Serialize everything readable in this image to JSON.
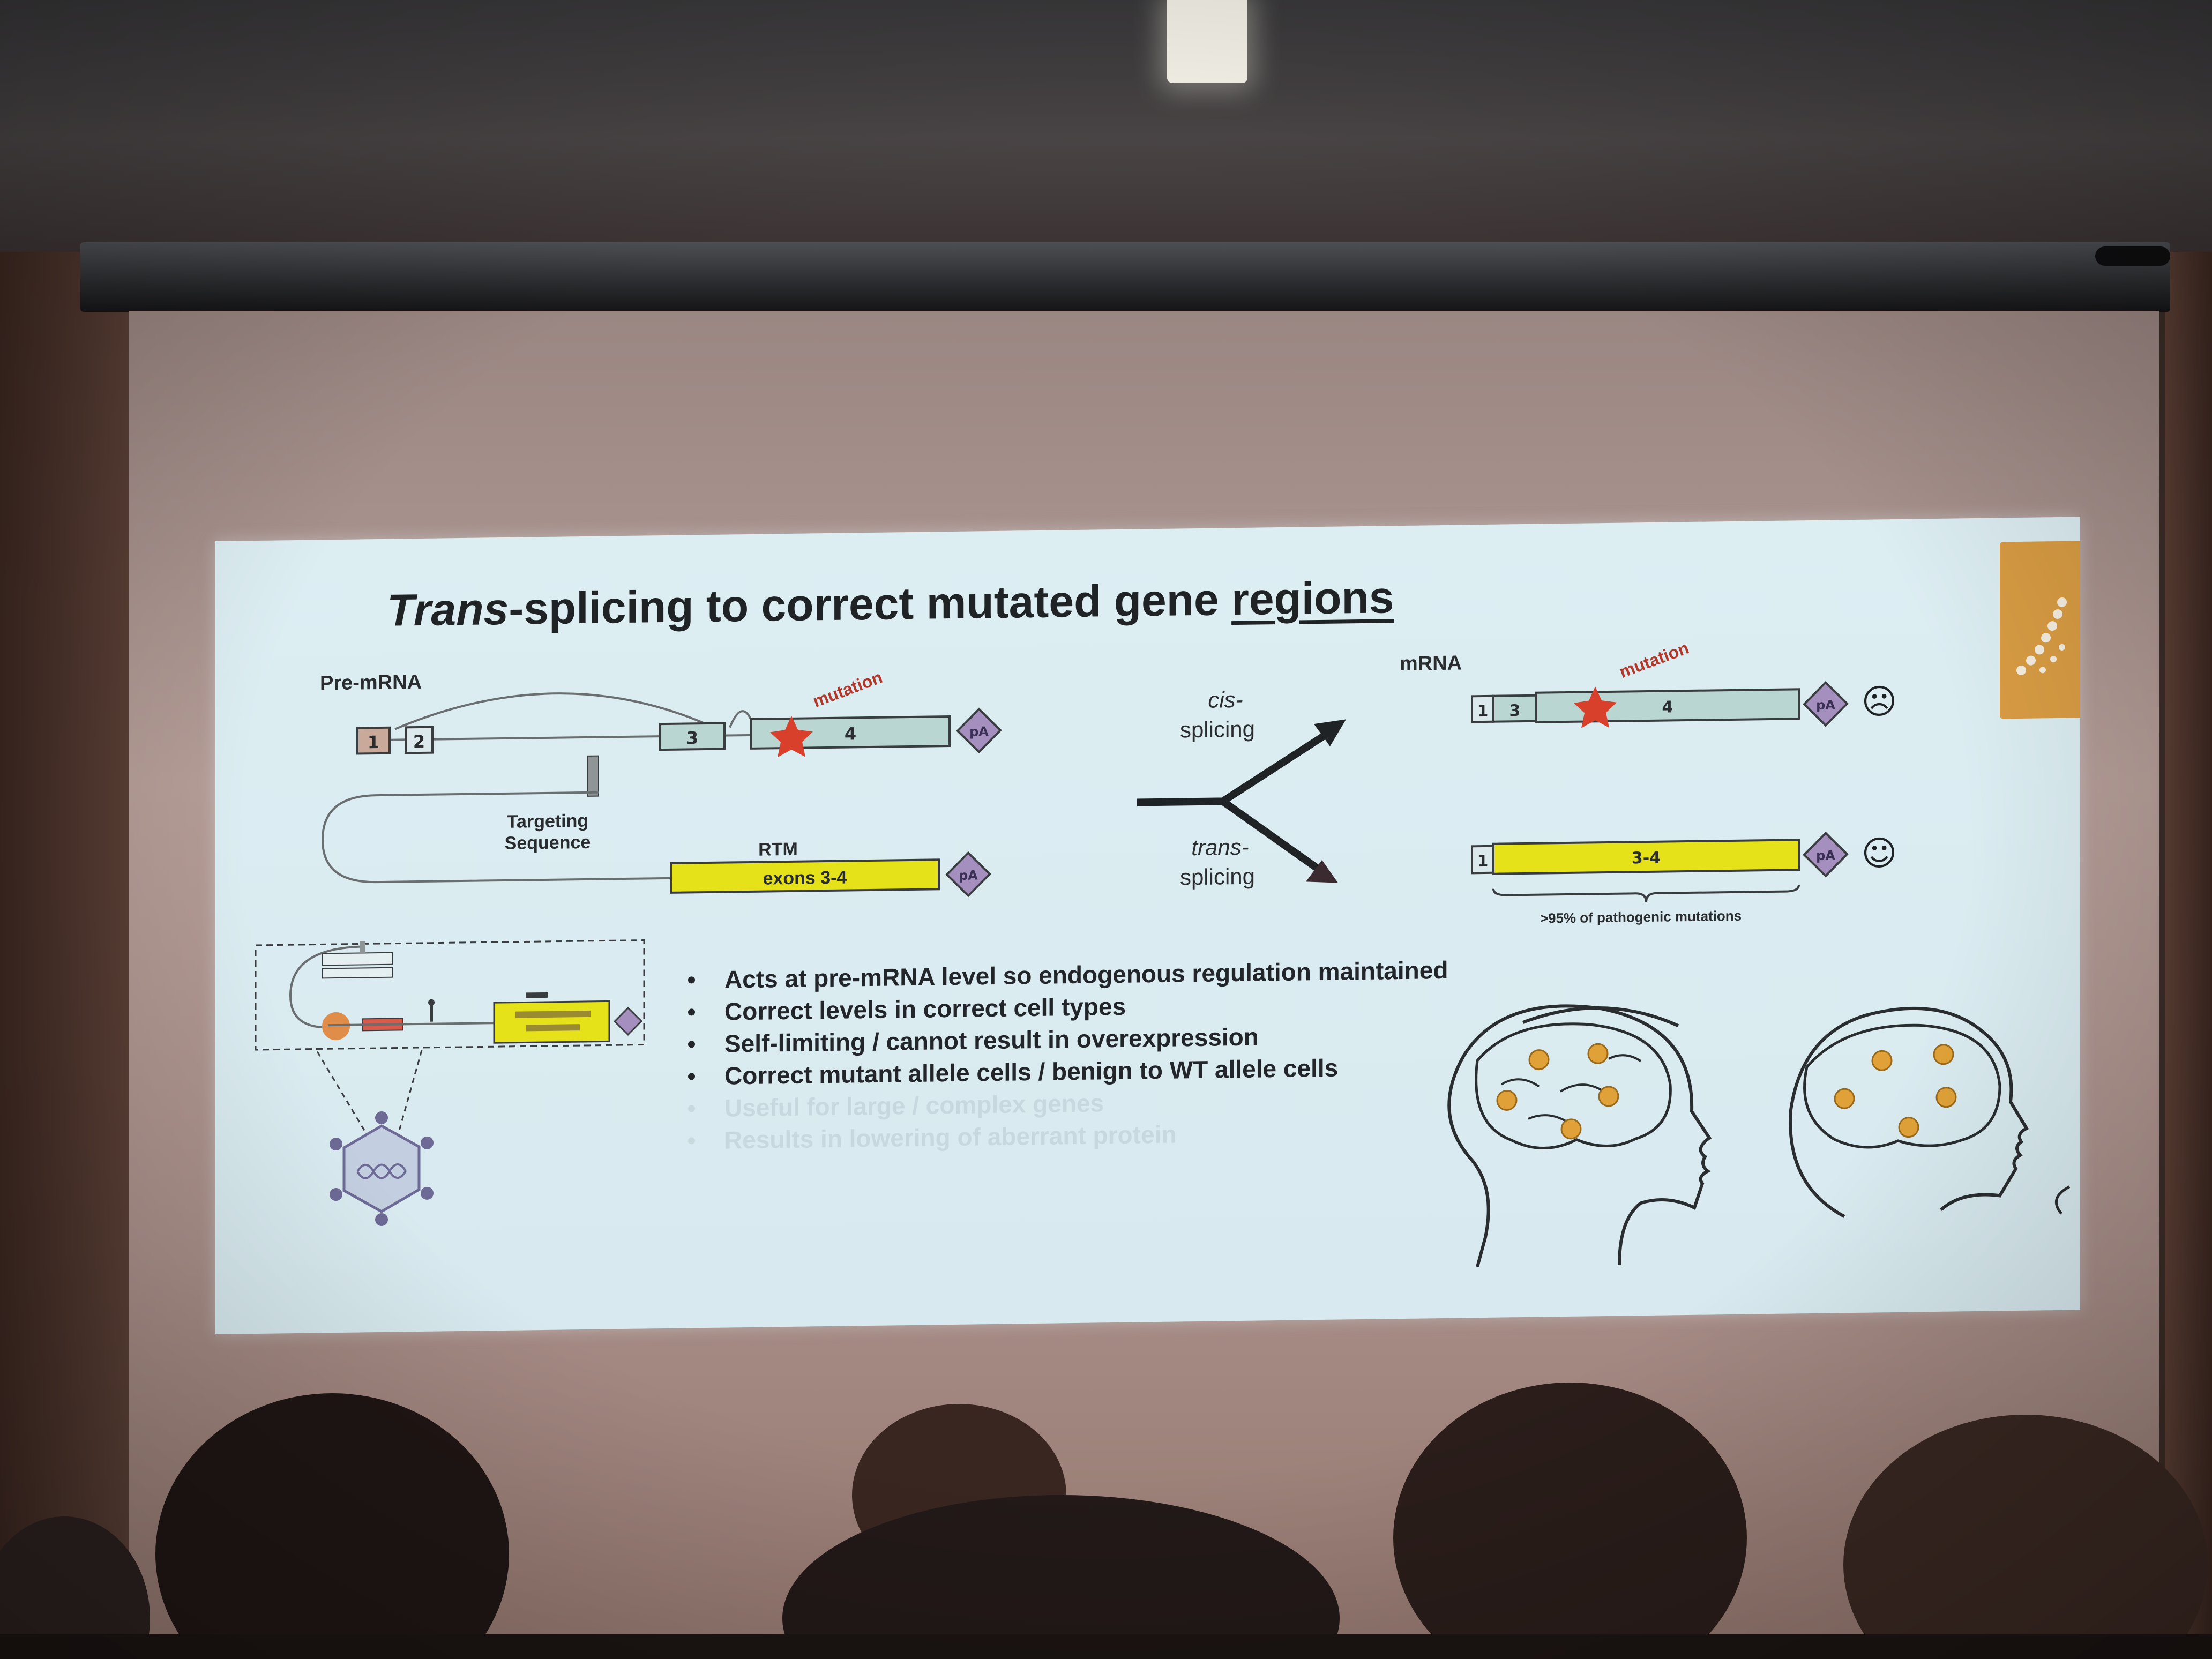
{
  "slide": {
    "title_italic": "Trans",
    "title_mid": "-splicing to correct mutated gene ",
    "title_underlined": "regions",
    "diagram": {
      "pre_mrna_label": "Pre-mRNA",
      "exon_labels": [
        "1",
        "2",
        "3",
        "4"
      ],
      "mutation_label": "mutation",
      "polya_label": "pA",
      "targeting_sequence_label_line1": "Targeting",
      "targeting_sequence_label_line2": "Sequence",
      "rtm_label": "RTM",
      "rtm_exons_label": "exons 3-4",
      "cis_label": "cis-",
      "cis_splicing_label": "splicing",
      "trans_label": "trans-",
      "trans_splicing_label": "splicing",
      "mrna_label": "mRNA",
      "mrna_cis_exon_labels": [
        "1",
        "3",
        "4"
      ],
      "mrna_trans_exon1": "1",
      "mrna_trans_exons": "3-4",
      "bracket_note": ">95% of pathogenic mutations",
      "cis_outcome_icon": "frowning-face-icon",
      "trans_outcome_icon": "smiling-face-icon",
      "cis_outcome_glyph": "☹",
      "trans_outcome_glyph": "☺"
    },
    "bullets": [
      "Acts at pre-mRNA level so endogenous regulation maintained",
      "Correct levels in correct cell types",
      "Self-limiting / cannot result in overexpression",
      "Correct mutant allele cells / benign to WT allele cells"
    ],
    "faded_bullets": [
      "Useful for large / complex genes",
      "Results in lowering of aberrant protein"
    ],
    "colors": {
      "slide_bg": "#dcedf2",
      "exon_teal": "#b9d6d3",
      "exon_yellow": "#e6e21a",
      "polya_purple": "#a58fbf",
      "mutation_red": "#d9402c",
      "neuron_orange": "#e0a238",
      "logo_orange": "#d99c43",
      "ink": "#22262a"
    }
  }
}
